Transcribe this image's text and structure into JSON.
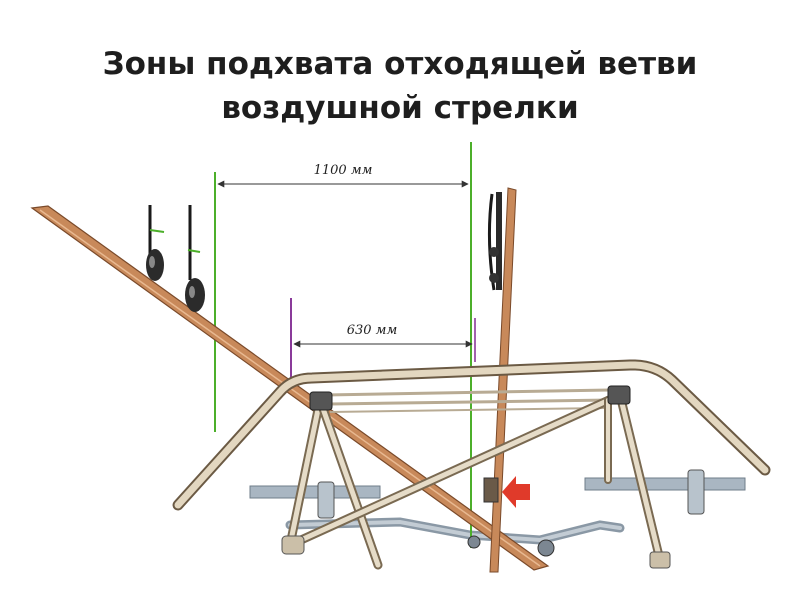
{
  "title": {
    "line1": "Зоны подхвата отходящей ветви",
    "line2": "воздушной стрелки"
  },
  "dimensions": {
    "upper": "1100 мм",
    "lower": "630 мм"
  },
  "colors": {
    "wire": "#c8895a",
    "wire_edge": "#7a4a2a",
    "pantograph_frame": "#cfc6b4",
    "marker_green": "#4caf2a",
    "marker_purple": "#8a3a9a",
    "arrow": "#e03a2a",
    "steel": "#9aa7b3"
  }
}
